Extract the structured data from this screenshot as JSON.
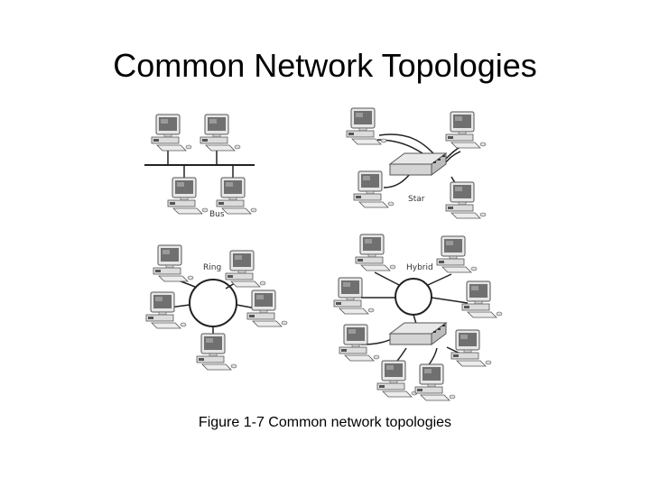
{
  "slide": {
    "title": "Common Network Topologies",
    "caption": "Figure 1-7 Common network topologies"
  },
  "topologies": [
    {
      "label": "Bus",
      "icon": "workstation-icon"
    },
    {
      "label": "Star",
      "icon": "hub-icon"
    },
    {
      "label": "Ring",
      "icon": "workstation-icon"
    },
    {
      "label": "Hybrid",
      "icon": "hub-icon"
    }
  ],
  "colors": {
    "monitor_frame": "#e4e4e4",
    "monitor_outline": "#555555",
    "screen": "#6f6f6f",
    "cable": "#222222"
  }
}
